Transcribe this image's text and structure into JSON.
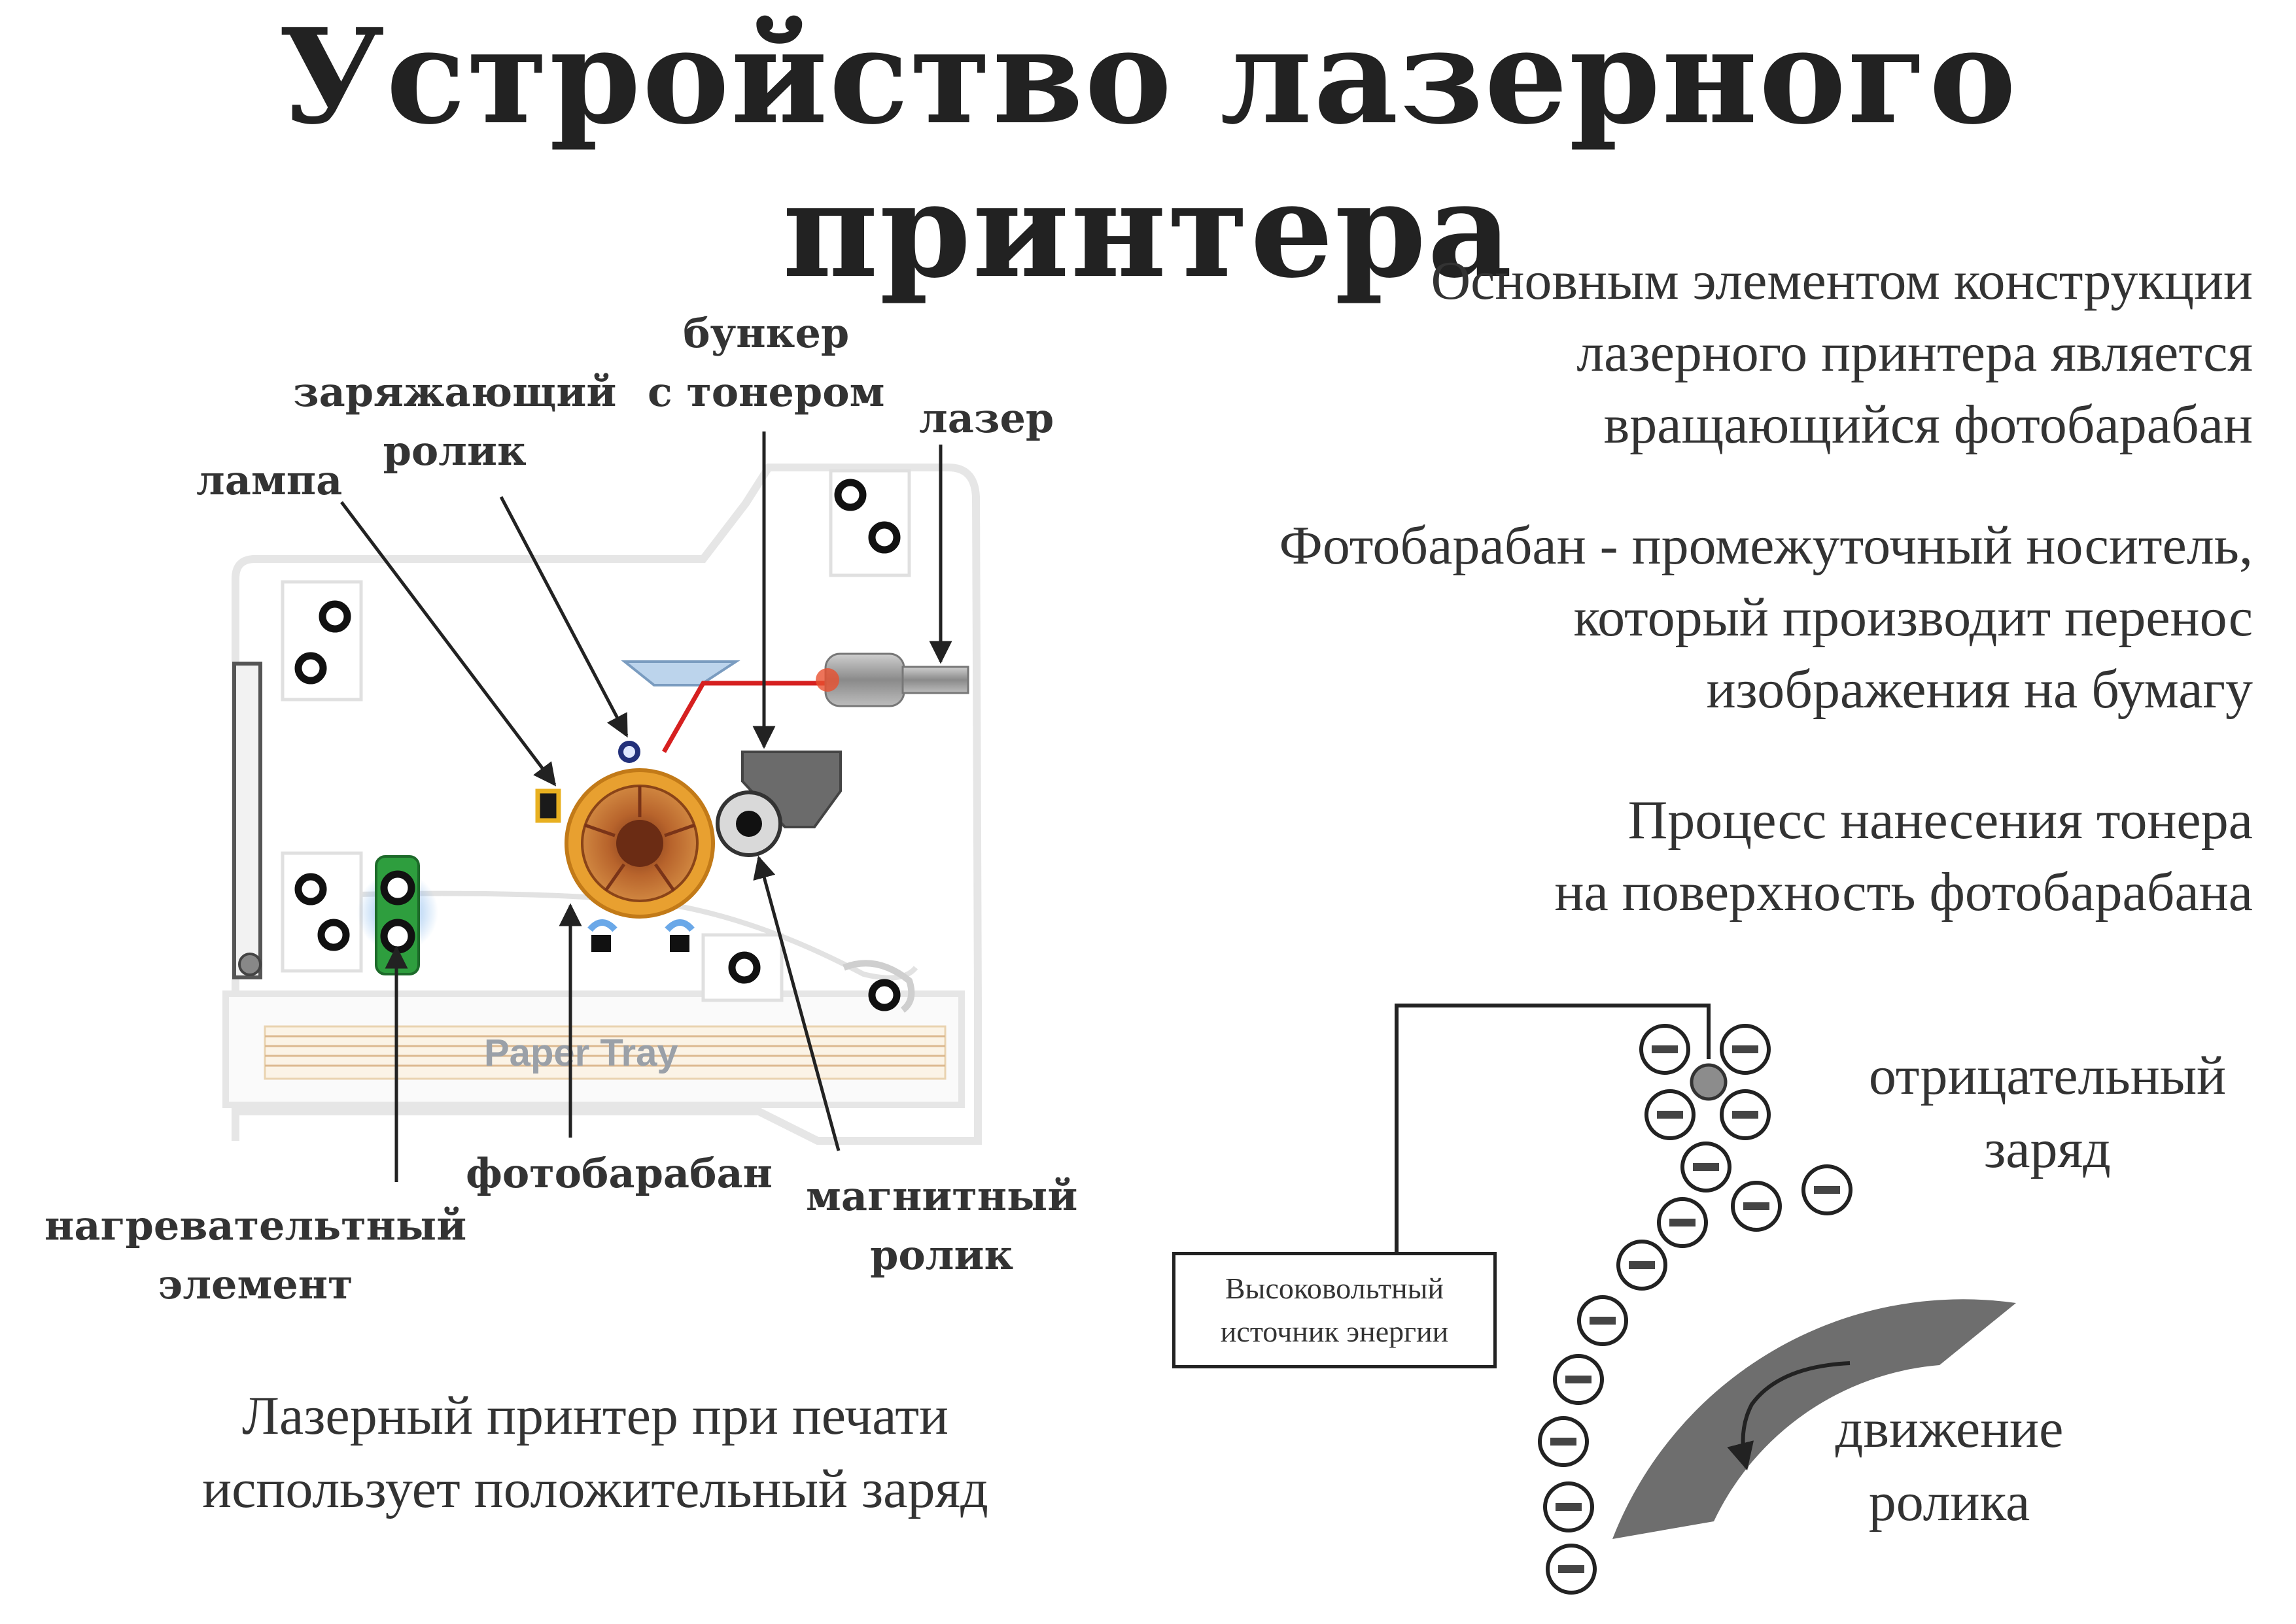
{
  "title": "Устройство лазерного принтера",
  "paragraphs": [
    {
      "lines": [
        "Основным элементом конструкции",
        "лазерного принтера является",
        "вращающийся фотобарабан"
      ]
    },
    {
      "lines": [
        "Фотобарабан - промежуточный носитель,",
        "который производит перенос",
        "изображения на бумагу"
      ]
    },
    {
      "lines": [
        "Процесс нанесения тонера",
        "на поверхность фотобарабана"
      ]
    }
  ],
  "labels": {
    "charging_roller": [
      "заряжающий",
      "ролик"
    ],
    "lamp": "лампа",
    "toner_hopper": [
      "бункер",
      "с тонером"
    ],
    "laser": "лазер",
    "heater": [
      "нагревательтный",
      "элемент"
    ],
    "drum": "фотобарабан",
    "magnetic_roller": [
      "магнитный",
      "ролик"
    ],
    "paper_tray": "Paper Tray"
  },
  "caption": [
    "Лазерный принтер при печати",
    "использует положительный заряд"
  ],
  "charge_diagram": {
    "power_source": [
      "Высоковольтный",
      "источник энергии"
    ],
    "negative_charge": [
      "отрицательный",
      "заряд"
    ],
    "roller_motion": [
      "движение",
      "ролика"
    ],
    "charge_symbol": "−"
  },
  "colors": {
    "drum_orange": "#e8a030",
    "drum_core": "#6b2c14",
    "laser_red": "#d62020",
    "heater_green": "#2e9e3e",
    "toner_gray": "#6b6b6b",
    "roller_arc_gray": "#6e6e6e"
  }
}
